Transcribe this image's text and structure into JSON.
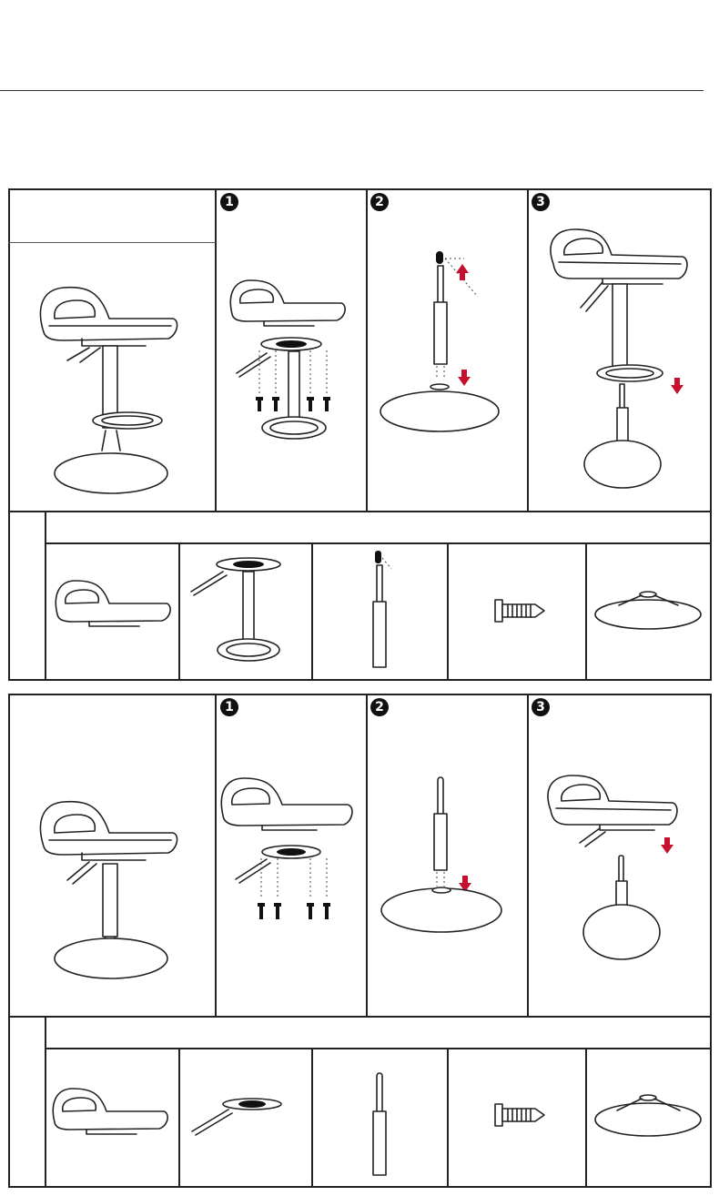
{
  "sections": [
    {
      "id": "with-footrest",
      "steps": [
        "1",
        "2",
        "3"
      ]
    },
    {
      "id": "without-footrest",
      "steps": [
        "1",
        "2",
        "3"
      ]
    }
  ],
  "colors": {
    "arrow": "#c8102e",
    "line": "#222222"
  },
  "icons": [
    "stool-icon",
    "seat-icon",
    "base-plate-icon",
    "screw-icon",
    "gas-lift-icon",
    "red-arrow-icon",
    "footrest-icon"
  ]
}
